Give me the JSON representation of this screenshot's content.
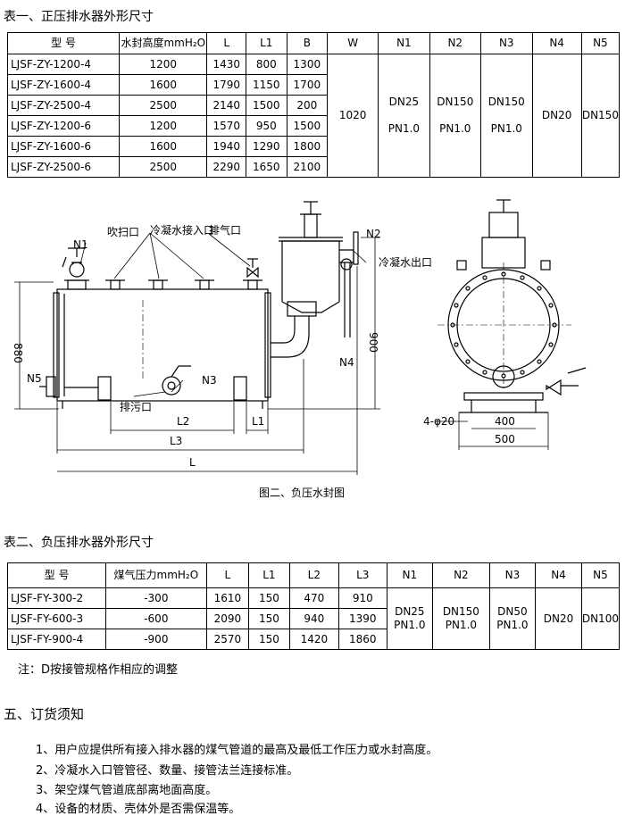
{
  "table1": {
    "title": "表一、正压排水器外形尺寸",
    "headers": [
      "型  号",
      "水封高度mmH₂O",
      "L",
      "L1",
      "B",
      "W",
      "N1",
      "N2",
      "N3",
      "N4",
      "N5"
    ],
    "rows": [
      {
        "model": "LJSF-ZY-1200-4",
        "seal": "1200",
        "L": "1430",
        "L1": "800",
        "B": "1300"
      },
      {
        "model": "LJSF-ZY-1600-4",
        "seal": "1600",
        "L": "1790",
        "L1": "1150",
        "B": "1700"
      },
      {
        "model": "LJSF-ZY-2500-4",
        "seal": "2500",
        "L": "2140",
        "L1": "1500",
        "B": "200"
      },
      {
        "model": "LJSF-ZY-1200-6",
        "seal": "1200",
        "L": "1570",
        "L1": "950",
        "B": "1500"
      },
      {
        "model": "LJSF-ZY-1600-6",
        "seal": "1600",
        "L": "1940",
        "L1": "1290",
        "B": "1800"
      },
      {
        "model": "LJSF-ZY-2500-6",
        "seal": "2500",
        "L": "2290",
        "L1": "1650",
        "B": "2100"
      }
    ],
    "shared": {
      "W": "1020",
      "N1": "DN25",
      "N1b": "PN1.0",
      "N2": "DN150",
      "N2b": "PN1.0",
      "N3": "DN150",
      "N3b": "PN1.0",
      "N4": "DN20",
      "N5": "DN150"
    }
  },
  "figure": {
    "caption": "图二、负压水封图",
    "labels": {
      "n1": "N1",
      "n2": "N2",
      "n3": "N3",
      "n4": "N4",
      "n5": "N5",
      "blow": "吹扫口",
      "cond_in": "冷凝水接入口",
      "vent": "排气口",
      "drain": "排污口",
      "cond_out": "冷凝水出口",
      "l": "L",
      "l1": "L1",
      "l2": "L2",
      "l3": "L3",
      "h880": "880",
      "h900": "900",
      "bolt": "4-φ20",
      "w400": "400",
      "w500": "500"
    }
  },
  "table2": {
    "title": "表二、负压排水器外形尺寸",
    "headers": [
      "型  号",
      "煤气压力mmH₂O",
      "L",
      "L1",
      "L2",
      "L3",
      "N1",
      "N2",
      "N3",
      "N4",
      "N5"
    ],
    "rows": [
      {
        "model": "LJSF-FY-300-2",
        "p": "-300",
        "L": "1610",
        "L1": "150",
        "L2": "470",
        "L3": "910"
      },
      {
        "model": "LJSF-FY-600-3",
        "p": "-600",
        "L": "2090",
        "L1": "150",
        "L2": "940",
        "L3": "1390"
      },
      {
        "model": "LJSF-FY-900-4",
        "p": "-900",
        "L": "2570",
        "L1": "150",
        "L2": "1420",
        "L3": "1860"
      }
    ],
    "shared": {
      "N1": "DN25",
      "N1b": "PN1.0",
      "N2": "DN150",
      "N2b": "PN1.0",
      "N3": "DN50",
      "N3b": "PN1.0",
      "N4": "DN20",
      "N5": "DN100"
    }
  },
  "note": "注：D按接管规格作相应的调整",
  "order": {
    "title": "五、订货须知",
    "items": [
      "1、用户应提供所有接入排水器的煤气管道的最高及最低工作压力或水封高度。",
      "2、冷凝水入口管管径、数量、接管法兰连接标准。",
      "3、架空煤气管道底部离地面高度。",
      "4、设备的材质、壳体外是否需保温等。"
    ]
  }
}
